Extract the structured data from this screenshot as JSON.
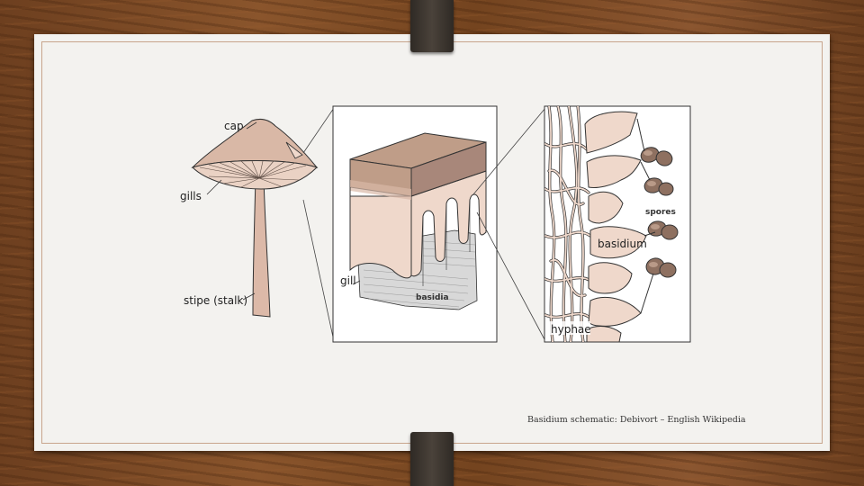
{
  "labels": {
    "cap": "cap",
    "gills": "gills",
    "stipe": "stipe (stalk)",
    "gill": "gill",
    "basidia": "basidia",
    "spores": "spores",
    "basidium": "basidium",
    "hyphae": "hyphae"
  },
  "credit": "Basidium schematic: Debivort – English Wikipedia",
  "colors": {
    "cap": "#d9b8a6",
    "gill_tissue": "#efd8cb",
    "block_top": "#bf9d88",
    "spore": "#8e7060",
    "outline": "#333333"
  }
}
